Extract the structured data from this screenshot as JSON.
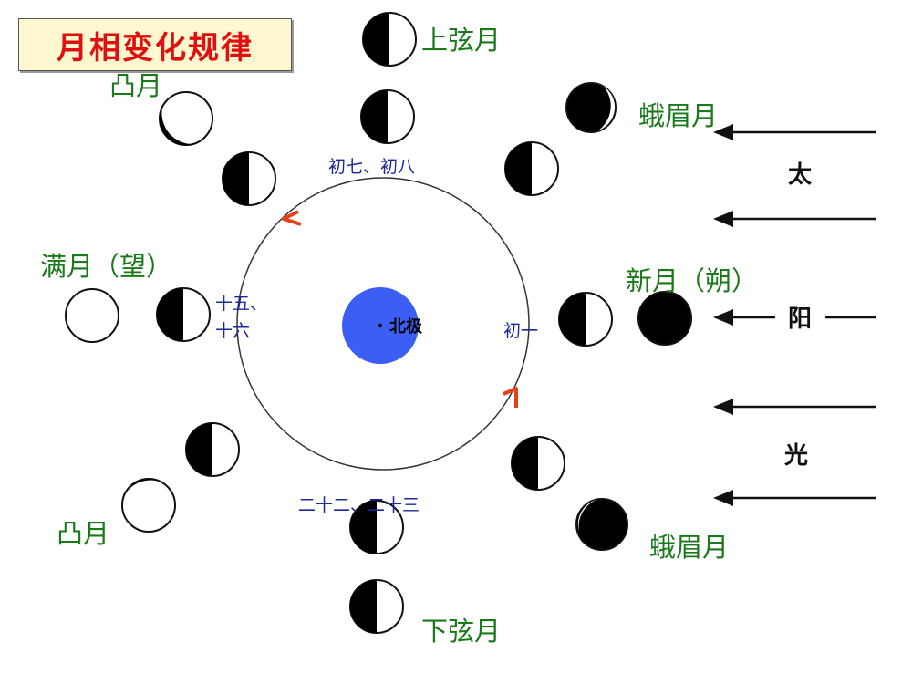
{
  "title": "月相变化规律",
  "phase_labels": {
    "first_quarter": "上弦月",
    "waxing_crescent": "蛾眉月",
    "waxing_gibbous": "凸月",
    "full_moon": "满月（望）",
    "new_moon": "新月（朔）",
    "waning_gibbous": "凸月",
    "waning_crescent": "蛾眉月",
    "last_quarter": "下弦月"
  },
  "day_labels": {
    "day1": "初一",
    "day7_8": "初七、初八",
    "day15_16_line1": "十五、",
    "day15_16_line2": "十六",
    "day22_23": "二十二、二十三"
  },
  "earth": {
    "label": "北极",
    "color": "#3b5ff5"
  },
  "sunlight": {
    "chars": [
      "太",
      "阳",
      "光"
    ]
  },
  "colors": {
    "title_text": "#e01010",
    "title_bg": "#fdf8d0",
    "phase_label": "#1a7a1a",
    "day_label": "#1a2a9a",
    "orbit_arrow": "#e8401a"
  }
}
